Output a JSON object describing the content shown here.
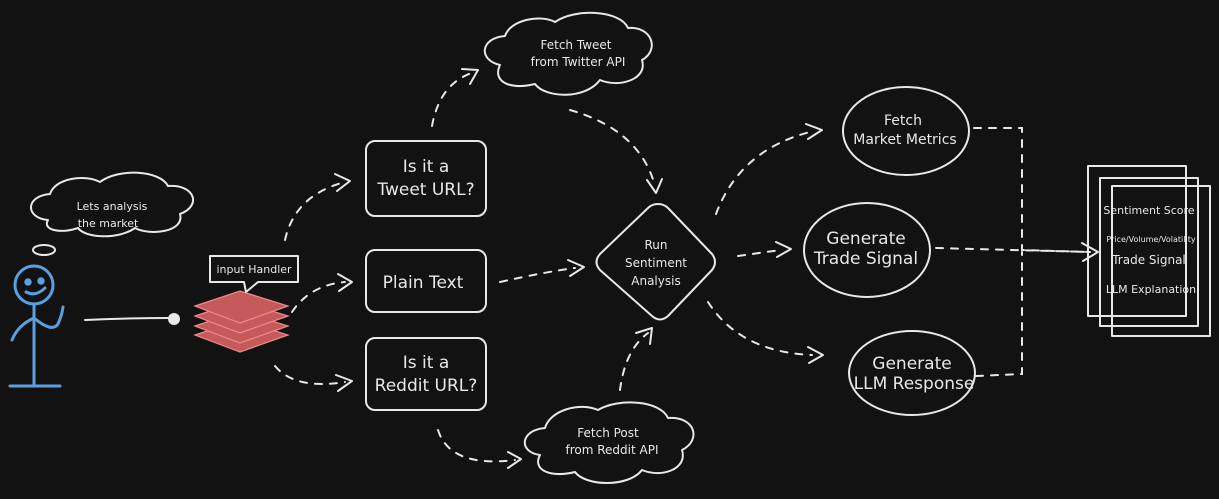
{
  "thought": {
    "line1": "Lets analysis",
    "line2": "the market"
  },
  "input_handler": {
    "label": "input Handler"
  },
  "decisions": {
    "tweet": {
      "line1": "Is it a",
      "line2": "Tweet URL?"
    },
    "plain": {
      "label": "Plain Text"
    },
    "reddit": {
      "line1": "Is it a",
      "line2": "Reddit URL?"
    }
  },
  "clouds": {
    "twitter": {
      "line1": "Fetch Tweet",
      "line2": "from Twitter API"
    },
    "reddit": {
      "line1": "Fetch Post",
      "line2": "from Reddit API"
    }
  },
  "sentiment": {
    "line1": "Run",
    "line2": "Sentiment",
    "line3": "Analysis"
  },
  "outputs": {
    "metrics": {
      "line1": "Fetch",
      "line2": "Market Metrics"
    },
    "signal": {
      "line1": "Generate",
      "line2": "Trade Signal"
    },
    "llm": {
      "line1": "Generate",
      "line2": "LLM Response"
    }
  },
  "report": {
    "items": [
      "Sentiment Score",
      "Price/Volume/Volatility",
      "Trade Signal",
      "LLM Explanation"
    ]
  },
  "colors": {
    "background": "#121212",
    "stroke": "#e8e8e8",
    "stick_figure": "#5aa0e0",
    "stack_fill": "#c45a5a",
    "stack_stroke": "#f08a8a"
  }
}
